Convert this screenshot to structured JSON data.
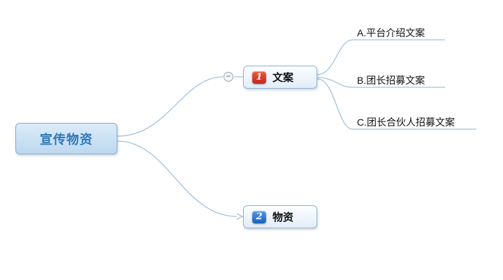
{
  "map": {
    "root": {
      "label": "宣传物资"
    },
    "branches": [
      {
        "badge": "1",
        "label": "文案",
        "children": [
          "A.平台介绍文案",
          "B.团长招募文案",
          "C.团长合伙人招募文案"
        ]
      },
      {
        "badge": "2",
        "label": "物资",
        "children": []
      }
    ],
    "collapse_icon": "−"
  },
  "colors": {
    "connector_line": "#a5c2d8",
    "root_text": "#2e77b8",
    "badge_1": "#c0261a",
    "badge_2": "#1660c0",
    "node_border": "#8fb4d6"
  }
}
